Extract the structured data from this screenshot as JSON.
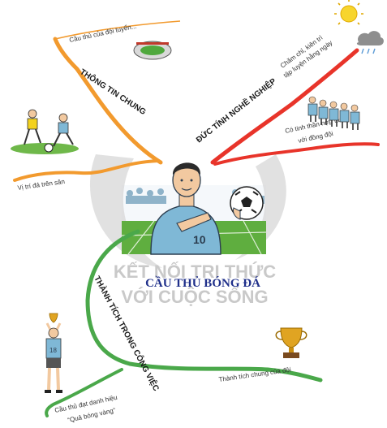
{
  "central": {
    "title": "CẦU THỦ BÓNG ĐÁ",
    "shirt_number": "10",
    "colors": {
      "shirt": "#7fb8d6",
      "grass": "#5fae3f",
      "field": "#f5f8fb",
      "title": "#1f2f8a"
    }
  },
  "watermark": {
    "line1": "KẾT NỐI TRI THỨC",
    "line2": "VỚI CUỘC SỐNG"
  },
  "branches": {
    "general": {
      "label": "THÔNG TIN CHUNG",
      "color": "#f29a2e",
      "items": [
        "Cầu thủ của đội tuyển...",
        "Vị trí đá trên sân"
      ]
    },
    "ethics": {
      "label": "ĐỨC TÍNH NGHỀ NGHIỆP",
      "color": "#e8342a",
      "items": [
        "Chăm chỉ, kiên trì tập luyện hằng ngày",
        "Có tinh thần hợp tác với đồng đội"
      ],
      "item_lines": {
        "diligent": [
          "Chăm chỉ, kiên trì",
          "tập luyện hằng ngày"
        ],
        "teamwork": [
          "Có tinh thần hợp tác",
          "với đồng đội"
        ]
      }
    },
    "achievements": {
      "label": "THÀNH TÍCH TRONG CÔNG VIỆC",
      "color": "#4aa84a",
      "items": [
        "Cầu thủ đạt danh hiệu “Quả bóng vàng”",
        "Thành tích chung của đội"
      ],
      "item_lines": {
        "golden_ball": [
          "Cầu thủ đạt danh hiệu",
          "“Quả bóng vàng”"
        ]
      }
    }
  },
  "icons": [
    "sun-icon",
    "rain-cloud-icon",
    "stadium-icon",
    "players-icon",
    "team-icon",
    "trophy-icon",
    "player-trophy-icon"
  ]
}
